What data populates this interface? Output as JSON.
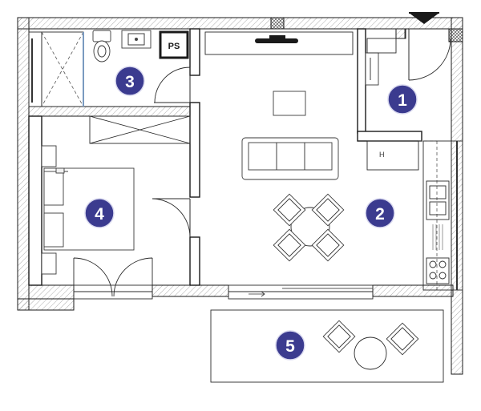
{
  "rooms": [
    {
      "id": "1",
      "label": "1"
    },
    {
      "id": "2",
      "label": "2"
    },
    {
      "id": "3",
      "label": "3"
    },
    {
      "id": "4",
      "label": "4"
    },
    {
      "id": "5",
      "label": "5"
    }
  ],
  "fixtures": {
    "ps_label": "PS",
    "h_label": "H"
  },
  "colors": {
    "marker": "#3b3b8f",
    "walls": "#1a1a1a"
  }
}
